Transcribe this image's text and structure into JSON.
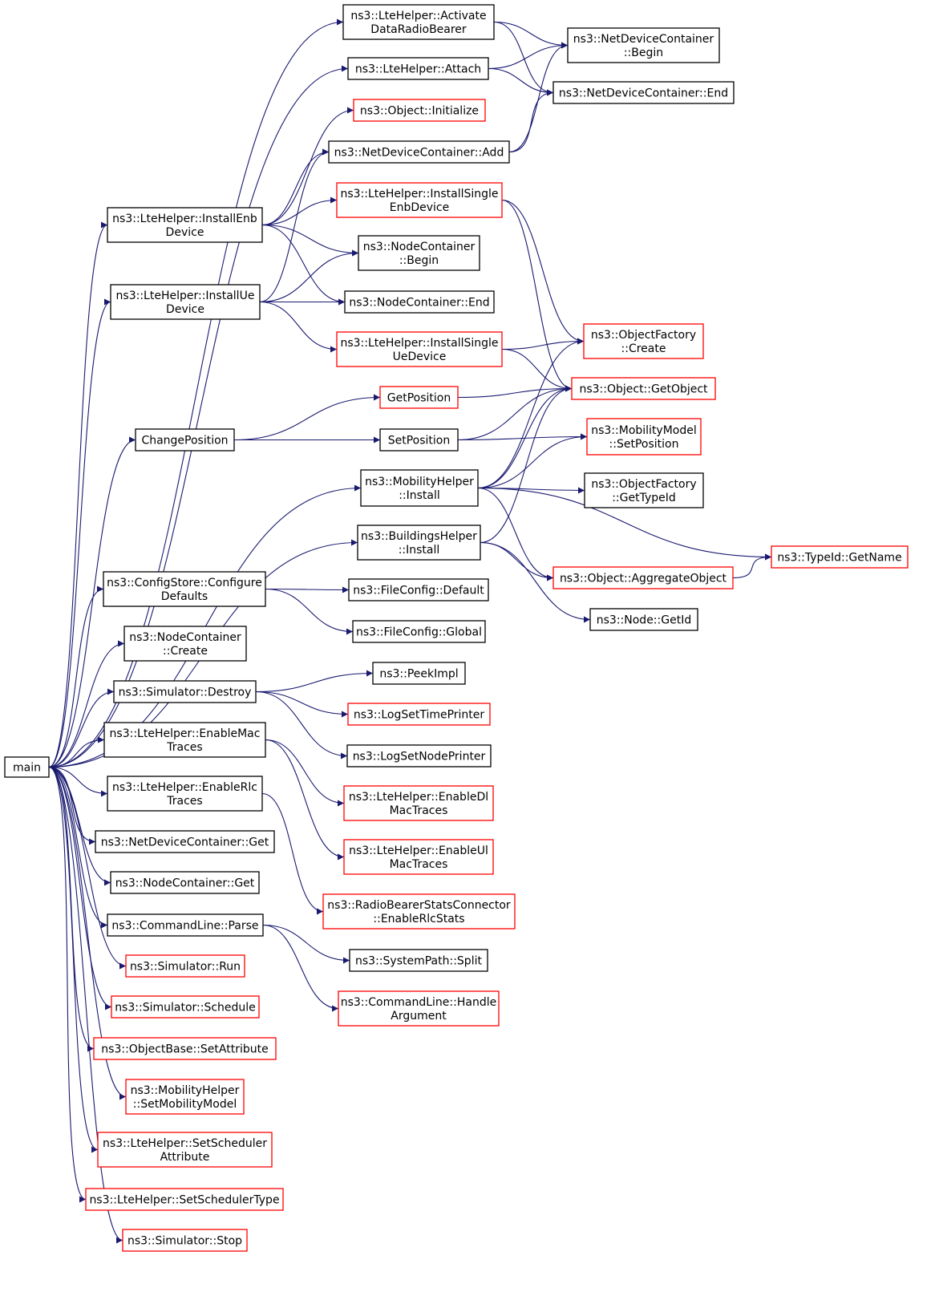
{
  "colors": {
    "edge": "#191970",
    "border_documented": "#000000",
    "border_undocumented": "#ff0000",
    "root_fill": "#bfbfbf",
    "node_fill": "#ffffff"
  },
  "nodes": [
    {
      "id": "main",
      "lines": [
        "main"
      ],
      "border": "root"
    },
    {
      "id": "activate",
      "lines": [
        "ns3::LteHelper::Activate",
        "DataRadioBearer"
      ],
      "border": "black"
    },
    {
      "id": "attach",
      "lines": [
        "ns3::LteHelper::Attach"
      ],
      "border": "black"
    },
    {
      "id": "installenb",
      "lines": [
        "ns3::LteHelper::InstallEnb",
        "Device"
      ],
      "border": "black"
    },
    {
      "id": "installue",
      "lines": [
        "ns3::LteHelper::InstallUe",
        "Device"
      ],
      "border": "black"
    },
    {
      "id": "changepos",
      "lines": [
        "ChangePosition"
      ],
      "border": "black"
    },
    {
      "id": "mobinstall",
      "lines": [
        "ns3::MobilityHelper",
        "::Install"
      ],
      "border": "black"
    },
    {
      "id": "bldinstall",
      "lines": [
        "ns3::BuildingsHelper",
        "::Install"
      ],
      "border": "black"
    },
    {
      "id": "cfgstore",
      "lines": [
        "ns3::ConfigStore::Configure",
        "Defaults"
      ],
      "border": "black"
    },
    {
      "id": "nccreate",
      "lines": [
        "ns3::NodeContainer",
        "::Create"
      ],
      "border": "black"
    },
    {
      "id": "simdestroy",
      "lines": [
        "ns3::Simulator::Destroy"
      ],
      "border": "black"
    },
    {
      "id": "enablemac",
      "lines": [
        "ns3::LteHelper::EnableMac",
        "Traces"
      ],
      "border": "black"
    },
    {
      "id": "enablerlc",
      "lines": [
        "ns3::LteHelper::EnableRlc",
        "Traces"
      ],
      "border": "black"
    },
    {
      "id": "ndcget",
      "lines": [
        "ns3::NetDeviceContainer::Get"
      ],
      "border": "black"
    },
    {
      "id": "ncget",
      "lines": [
        "ns3::NodeContainer::Get"
      ],
      "border": "black"
    },
    {
      "id": "cmdparse",
      "lines": [
        "ns3::CommandLine::Parse"
      ],
      "border": "black"
    },
    {
      "id": "simrun",
      "lines": [
        "ns3::Simulator::Run"
      ],
      "border": "red"
    },
    {
      "id": "simschedule",
      "lines": [
        "ns3::Simulator::Schedule"
      ],
      "border": "red"
    },
    {
      "id": "setattr",
      "lines": [
        "ns3::ObjectBase::SetAttribute"
      ],
      "border": "red"
    },
    {
      "id": "setmobmodel",
      "lines": [
        "ns3::MobilityHelper",
        "::SetMobilityModel"
      ],
      "border": "red"
    },
    {
      "id": "setschedattr",
      "lines": [
        "ns3::LteHelper::SetScheduler",
        "Attribute"
      ],
      "border": "red"
    },
    {
      "id": "setschedtype",
      "lines": [
        "ns3::LteHelper::SetSchedulerType"
      ],
      "border": "red"
    },
    {
      "id": "simstop",
      "lines": [
        "ns3::Simulator::Stop"
      ],
      "border": "red"
    },
    {
      "id": "objinit",
      "lines": [
        "ns3::Object::Initialize"
      ],
      "border": "red"
    },
    {
      "id": "ndcadd",
      "lines": [
        "ns3::NetDeviceContainer::Add"
      ],
      "border": "black"
    },
    {
      "id": "installsingleenb",
      "lines": [
        "ns3::LteHelper::InstallSingle",
        "EnbDevice"
      ],
      "border": "red"
    },
    {
      "id": "ncbegin",
      "lines": [
        "ns3::NodeContainer",
        "::Begin"
      ],
      "border": "black"
    },
    {
      "id": "ncend",
      "lines": [
        "ns3::NodeContainer::End"
      ],
      "border": "black"
    },
    {
      "id": "installsingleue",
      "lines": [
        "ns3::LteHelper::InstallSingle",
        "UeDevice"
      ],
      "border": "red"
    },
    {
      "id": "getpos",
      "lines": [
        "GetPosition"
      ],
      "border": "red"
    },
    {
      "id": "setpos",
      "lines": [
        "SetPosition"
      ],
      "border": "black"
    },
    {
      "id": "fcdefault",
      "lines": [
        "ns3::FileConfig::Default"
      ],
      "border": "black"
    },
    {
      "id": "fcglobal",
      "lines": [
        "ns3::FileConfig::Global"
      ],
      "border": "black"
    },
    {
      "id": "peekimpl",
      "lines": [
        "ns3::PeekImpl"
      ],
      "border": "black"
    },
    {
      "id": "logtime",
      "lines": [
        "ns3::LogSetTimePrinter"
      ],
      "border": "red"
    },
    {
      "id": "lognode",
      "lines": [
        "ns3::LogSetNodePrinter"
      ],
      "border": "black"
    },
    {
      "id": "enabledl",
      "lines": [
        "ns3::LteHelper::EnableDl",
        "MacTraces"
      ],
      "border": "red"
    },
    {
      "id": "enableul",
      "lines": [
        "ns3::LteHelper::EnableUl",
        "MacTraces"
      ],
      "border": "red"
    },
    {
      "id": "rbsc",
      "lines": [
        "ns3::RadioBearerStatsConnector",
        "::EnableRlcStats"
      ],
      "border": "red"
    },
    {
      "id": "syssplit",
      "lines": [
        "ns3::SystemPath::Split"
      ],
      "border": "black"
    },
    {
      "id": "cmdhandle",
      "lines": [
        "ns3::CommandLine::Handle",
        "Argument"
      ],
      "border": "red"
    },
    {
      "id": "ndcbegin",
      "lines": [
        "ns3::NetDeviceContainer",
        "::Begin"
      ],
      "border": "black"
    },
    {
      "id": "ndcend",
      "lines": [
        "ns3::NetDeviceContainer::End"
      ],
      "border": "black"
    },
    {
      "id": "ofcreate",
      "lines": [
        "ns3::ObjectFactory",
        "::Create"
      ],
      "border": "red"
    },
    {
      "id": "objgetobj",
      "lines": [
        "ns3::Object::GetObject"
      ],
      "border": "red"
    },
    {
      "id": "mmsetpos",
      "lines": [
        "ns3::MobilityModel",
        "::SetPosition"
      ],
      "border": "red"
    },
    {
      "id": "ofgettypeid",
      "lines": [
        "ns3::ObjectFactory",
        "::GetTypeId"
      ],
      "border": "black"
    },
    {
      "id": "aggobj",
      "lines": [
        "ns3::Object::AggregateObject"
      ],
      "border": "red"
    },
    {
      "id": "nodegetid",
      "lines": [
        "ns3::Node::GetId"
      ],
      "border": "black"
    },
    {
      "id": "typeidgetname",
      "lines": [
        "ns3::TypeId::GetName"
      ],
      "border": "red"
    }
  ],
  "edges": [
    [
      "main",
      "activate"
    ],
    [
      "main",
      "attach"
    ],
    [
      "main",
      "installenb"
    ],
    [
      "main",
      "installue"
    ],
    [
      "main",
      "changepos"
    ],
    [
      "main",
      "mobinstall"
    ],
    [
      "main",
      "bldinstall"
    ],
    [
      "main",
      "cfgstore"
    ],
    [
      "main",
      "nccreate"
    ],
    [
      "main",
      "simdestroy"
    ],
    [
      "main",
      "enablemac"
    ],
    [
      "main",
      "enablerlc"
    ],
    [
      "main",
      "ndcget"
    ],
    [
      "main",
      "ncget"
    ],
    [
      "main",
      "cmdparse"
    ],
    [
      "main",
      "simrun"
    ],
    [
      "main",
      "simschedule"
    ],
    [
      "main",
      "setattr"
    ],
    [
      "main",
      "setmobmodel"
    ],
    [
      "main",
      "setschedattr"
    ],
    [
      "main",
      "setschedtype"
    ],
    [
      "main",
      "simstop"
    ],
    [
      "activate",
      "ndcbegin"
    ],
    [
      "activate",
      "ndcend"
    ],
    [
      "attach",
      "ndcbegin"
    ],
    [
      "attach",
      "ndcend"
    ],
    [
      "installenb",
      "objinit"
    ],
    [
      "installenb",
      "ndcadd"
    ],
    [
      "installenb",
      "installsingleenb"
    ],
    [
      "installenb",
      "ncbegin"
    ],
    [
      "installenb",
      "ncend"
    ],
    [
      "installue",
      "ndcadd"
    ],
    [
      "installue",
      "ncbegin"
    ],
    [
      "installue",
      "ncend"
    ],
    [
      "installue",
      "installsingleue"
    ],
    [
      "ndcadd",
      "ndcbegin"
    ],
    [
      "ndcadd",
      "ndcend"
    ],
    [
      "installsingleenb",
      "ofcreate"
    ],
    [
      "installsingleenb",
      "objgetobj"
    ],
    [
      "installsingleue",
      "ofcreate"
    ],
    [
      "installsingleue",
      "objgetobj"
    ],
    [
      "changepos",
      "getpos"
    ],
    [
      "changepos",
      "setpos"
    ],
    [
      "getpos",
      "objgetobj"
    ],
    [
      "setpos",
      "objgetobj"
    ],
    [
      "setpos",
      "mmsetpos"
    ],
    [
      "mobinstall",
      "objgetobj"
    ],
    [
      "mobinstall",
      "mmsetpos"
    ],
    [
      "mobinstall",
      "ofgettypeid"
    ],
    [
      "mobinstall",
      "ofcreate"
    ],
    [
      "mobinstall",
      "aggobj"
    ],
    [
      "mobinstall",
      "typeidgetname"
    ],
    [
      "bldinstall",
      "objgetobj"
    ],
    [
      "bldinstall",
      "aggobj"
    ],
    [
      "bldinstall",
      "nodegetid"
    ],
    [
      "aggobj",
      "typeidgetname"
    ],
    [
      "cfgstore",
      "fcdefault"
    ],
    [
      "cfgstore",
      "fcglobal"
    ],
    [
      "simdestroy",
      "peekimpl"
    ],
    [
      "simdestroy",
      "logtime"
    ],
    [
      "simdestroy",
      "lognode"
    ],
    [
      "enablemac",
      "enabledl"
    ],
    [
      "enablemac",
      "enableul"
    ],
    [
      "enablerlc",
      "rbsc"
    ],
    [
      "cmdparse",
      "syssplit"
    ],
    [
      "cmdparse",
      "cmdhandle"
    ]
  ]
}
